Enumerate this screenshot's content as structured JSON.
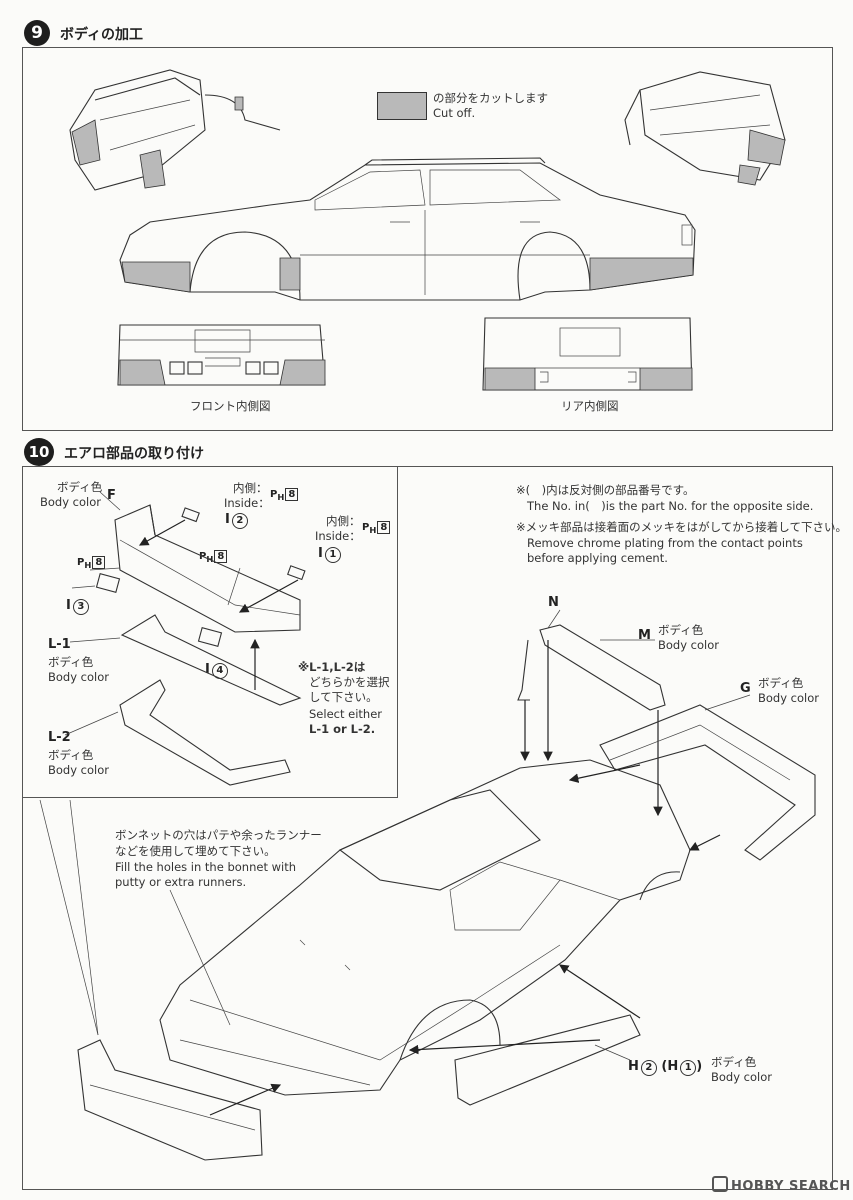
{
  "step9": {
    "number": "9",
    "title": "ボディの加工",
    "legend_jp": "の部分をカットします",
    "legend_en": "Cut off.",
    "front_caption": "フロント内側図",
    "rear_caption": "リア内側図"
  },
  "step10": {
    "number": "10",
    "title": "エアロ部品の取り付け",
    "note1_jp": "※(　)内は反対側の部品番号です。",
    "note1_en": "The No. in(　)is the part No. for the opposite side.",
    "note2_jp": "※メッキ部品は接着面のメッキをはがしてから接着して下さい。",
    "note2_en_1": "Remove chrome plating from the contact points",
    "note2_en_2": "before applying cement.",
    "part_F_color_jp": "ボディ色",
    "part_F_color_en": "Body color",
    "part_F": "F",
    "inside_jp_1": "内側：",
    "inside_en_1": "Inside：",
    "inside_jp_2": "内側：",
    "inside_en_2": "Inside：",
    "ph_mark": "P",
    "ph_sub": "H",
    "ph_num": "8",
    "part_I": "I",
    "i2": "2",
    "i1": "1",
    "i3": "3",
    "i4": "4",
    "part_L1": "L-1",
    "part_L1_color_jp": "ボディ色",
    "part_L1_color_en": "Body color",
    "part_L2": "L-2",
    "part_L2_color_jp": "ボディ色",
    "part_L2_color_en": "Body color",
    "select_jp_1": "※L-1,L-2は",
    "select_jp_2": "どちらかを選択",
    "select_jp_3": "して下さい。",
    "select_en_1": "Select either",
    "select_en_2": "L-1 or L-2.",
    "part_N": "N",
    "part_M": "M",
    "part_M_color_jp": "ボディ色",
    "part_M_color_en": "Body color",
    "part_G": "G",
    "part_G_color_jp": "ボディ色",
    "part_G_color_en": "Body color",
    "bonnet_jp_1": "ボンネットの穴はパテや余ったランナー",
    "bonnet_jp_2": "などを使用して埋めて下さい。",
    "bonnet_en_1": "Fill the holes in the bonnet with",
    "bonnet_en_2": "putty or extra runners.",
    "part_H": "H",
    "h2": "2",
    "h1": "1",
    "part_H_color_jp": "ボディ色",
    "part_H_color_en": "Body color"
  },
  "watermark": "HOBBY SEARCH",
  "colors": {
    "cut_shade": "#b9b9b9",
    "ink": "#222222"
  }
}
